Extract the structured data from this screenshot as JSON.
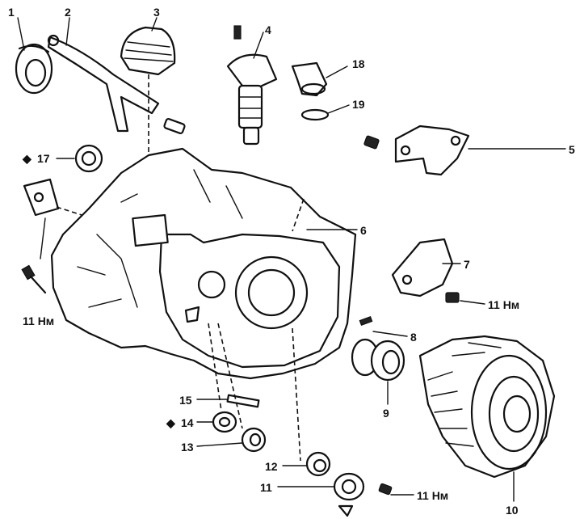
{
  "labels": {
    "l1": "1",
    "l2": "2",
    "l3": "3",
    "l4": "4",
    "l5": "5",
    "l6": "6",
    "l7": "7",
    "l8": "8",
    "l9": "9",
    "l10": "10",
    "l11": "11",
    "l12": "12",
    "l13": "13",
    "l14": "14",
    "l15": "15",
    "l17": "17",
    "l18": "18",
    "l19": "19"
  },
  "torque": {
    "left": "11 Нм",
    "bracket": "11 Нм",
    "bottom": "11 Нм"
  },
  "marks": {
    "diamond_14": "◆",
    "diamond_17": "◆"
  },
  "icons": {
    "body": "transmission-case-icon",
    "differential": "differential-assembly-icon"
  },
  "colors": {
    "ink": "#111111",
    "paper": "#ffffff"
  }
}
